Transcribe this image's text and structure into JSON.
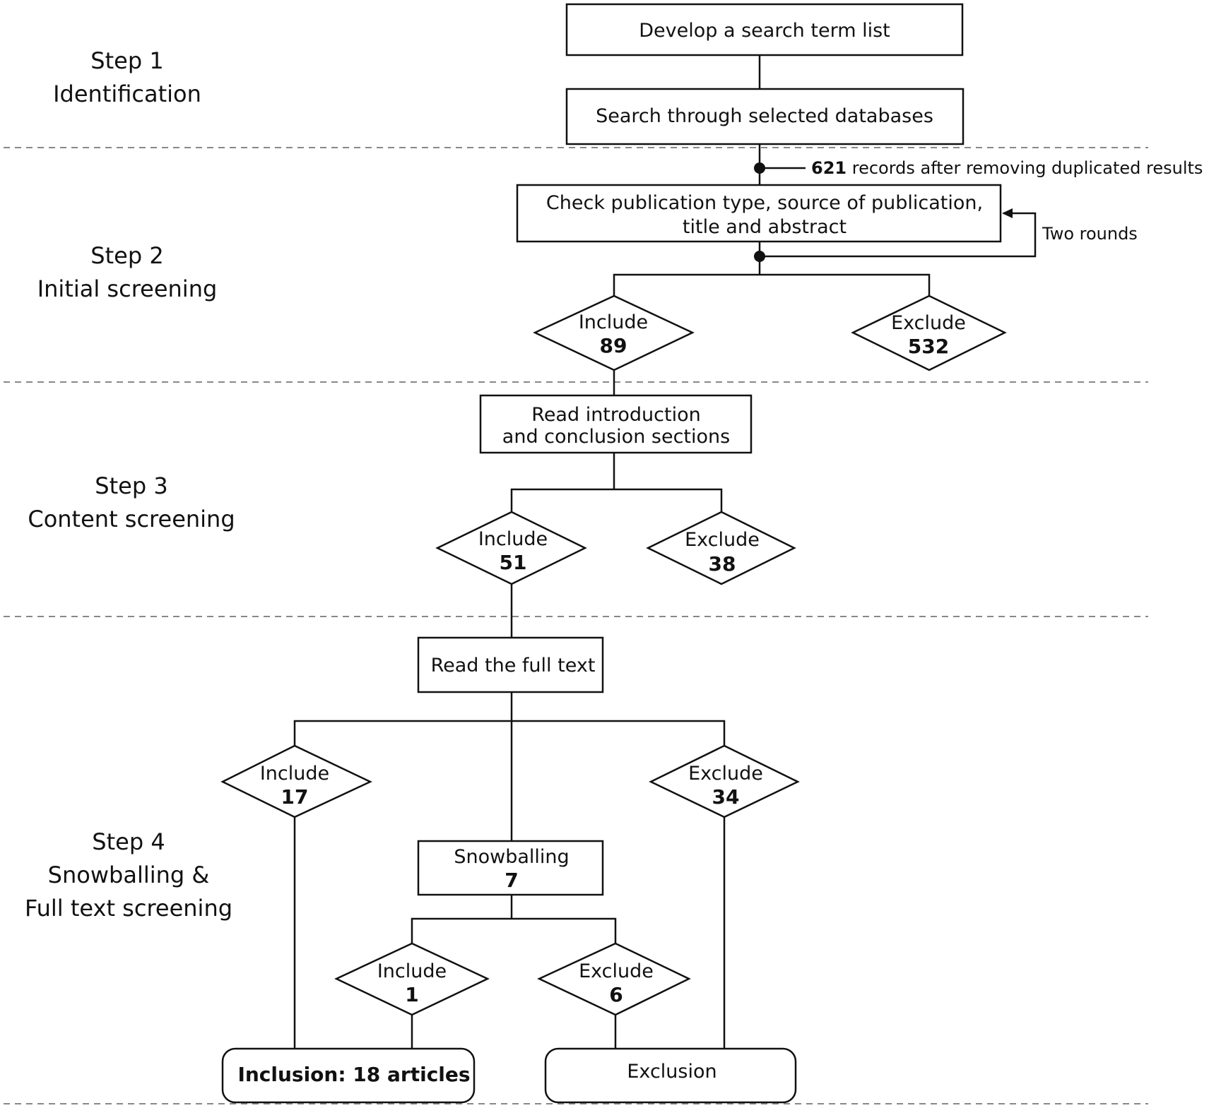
{
  "steps": {
    "s1": {
      "title": "Step 1",
      "subtitle": "Identification"
    },
    "s2": {
      "title": "Step 2",
      "subtitle": "Initial screening"
    },
    "s3": {
      "title": "Step 3",
      "subtitle": "Content screening"
    },
    "s4": {
      "title": "Step 4",
      "line2": "Snowballing &",
      "line3": "Full text screening"
    }
  },
  "boxes": {
    "develop": "Develop a search term list",
    "search": "Search through selected databases",
    "check_line1": "Check publication type, source of publication,",
    "check_line2": "title and abstract",
    "read_intro_line1": "Read introduction",
    "read_intro_line2": "and conclusion sections",
    "read_full": "Read the full text",
    "snowballing": "Snowballing",
    "snowballing_count": "7",
    "inclusion": "Inclusion: 18 articles",
    "exclusion": "Exclusion"
  },
  "notes": {
    "records_count": "621",
    "records_text": " records after removing duplicated results",
    "two_rounds": "Two rounds"
  },
  "decisions": {
    "s2_include": {
      "label": "Include",
      "count": "89"
    },
    "s2_exclude": {
      "label": "Exclude",
      "count": "532"
    },
    "s3_include": {
      "label": "Include",
      "count": "51"
    },
    "s3_exclude": {
      "label": "Exclude",
      "count": "38"
    },
    "s4_include": {
      "label": "Include",
      "count": "17"
    },
    "s4_exclude": {
      "label": "Exclude",
      "count": "34"
    },
    "snow_include": {
      "label": "Include",
      "count": "1"
    },
    "snow_exclude": {
      "label": "Exclude",
      "count": "6"
    }
  }
}
